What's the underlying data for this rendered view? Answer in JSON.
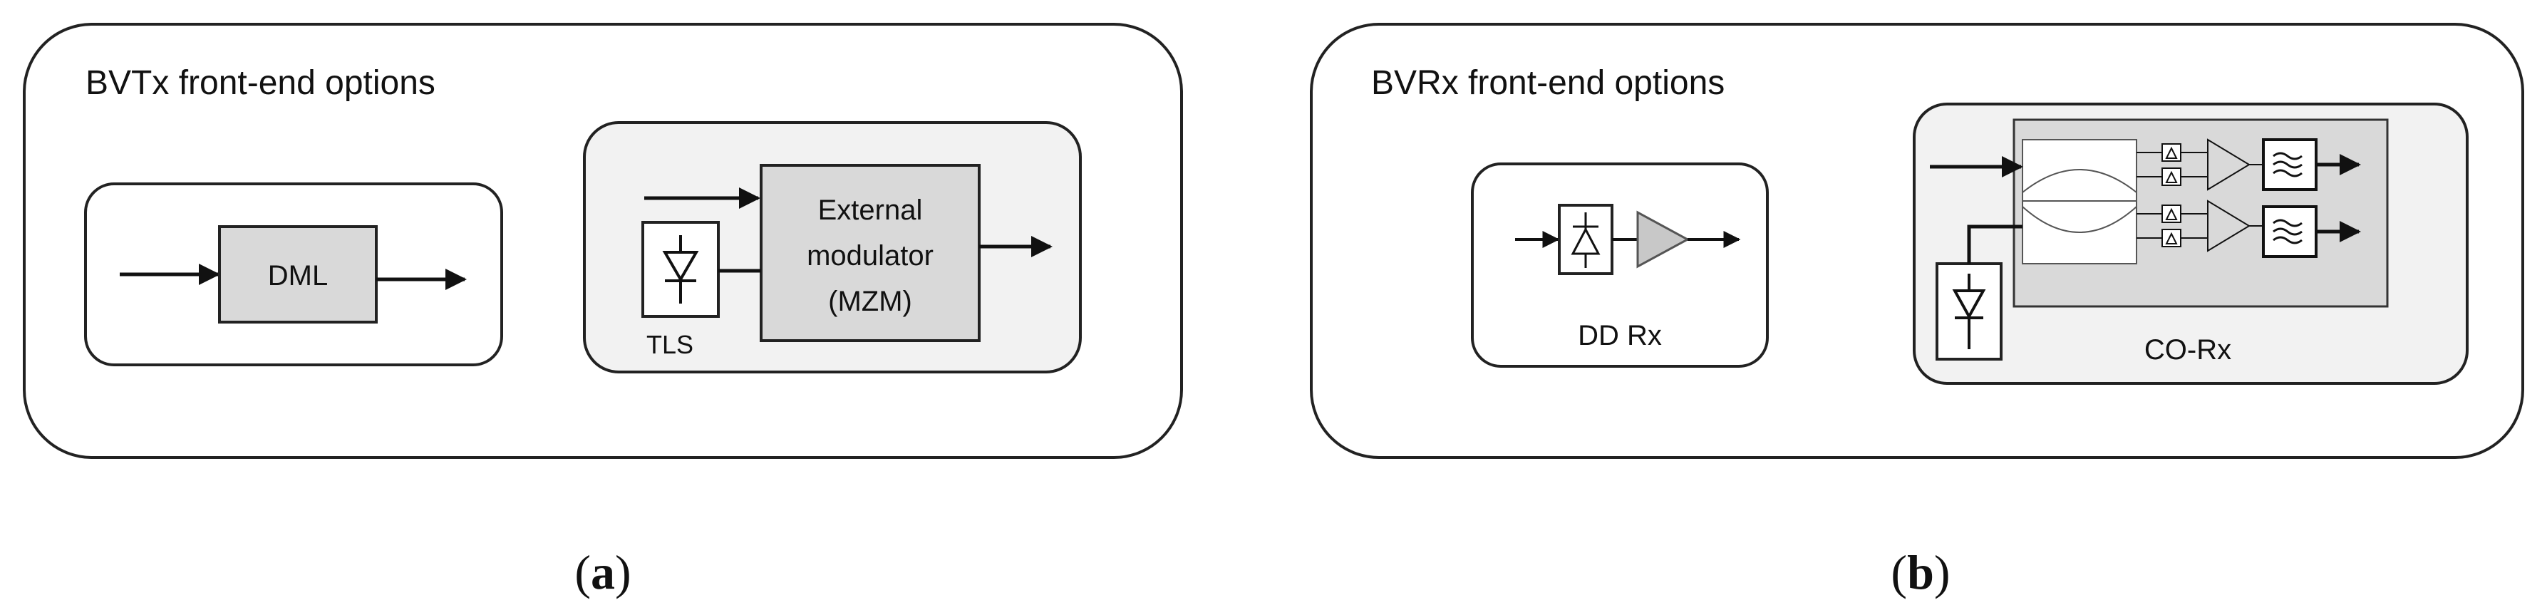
{
  "panel_a": {
    "title": "BVTx front-end options",
    "dml_label": "DML",
    "modulator_lines": [
      "External",
      "modulator",
      "(MZM)"
    ],
    "tls_label": "TLS",
    "caption_open": "(",
    "caption_letter": "a",
    "caption_close": ")"
  },
  "panel_b": {
    "title": "BVRx front-end options",
    "dd_label": "DD Rx",
    "co_label": "CO-Rx",
    "caption_open": "(",
    "caption_letter": "b",
    "caption_close": ")"
  },
  "icons": [
    "photodiode-icon",
    "laser-source-icon",
    "amplifier-icon",
    "bandpass-filter-icon",
    "arrow-icon"
  ],
  "colors": {
    "stroke": "#111111",
    "container_fill": "#ffffff",
    "sub_container_fill": "#f2f2f2",
    "block_fill": "#d9d9d9",
    "co_inner_fill": "#d9d9d9"
  }
}
